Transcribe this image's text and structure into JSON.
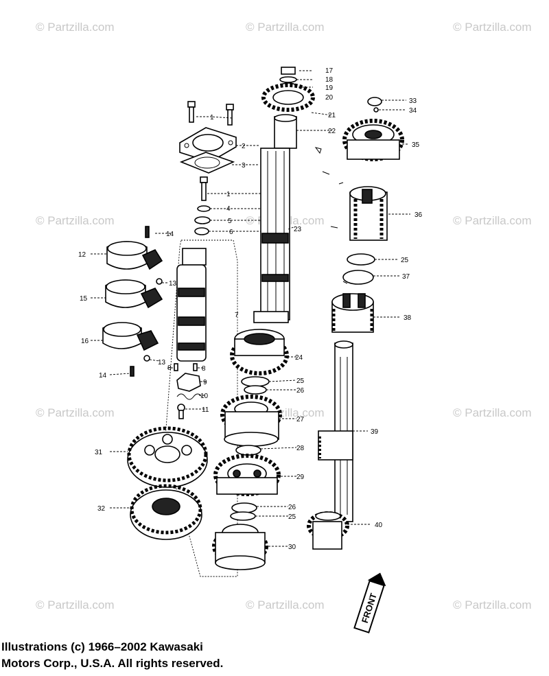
{
  "watermark": "© Partzilla.com",
  "caption": {
    "line1": "Illustrations (c) 1966–2002 Kawasaki",
    "line2": "Motors Corp., U.S.A.  All rights reserved."
  },
  "front_badge": "FRONT",
  "labels": {
    "p1a": "1",
    "p2": "2",
    "p3": "3",
    "p1b": "1",
    "p4": "4",
    "p5": "5",
    "p6": "6",
    "p7": "7",
    "p8a": "8",
    "p8b": "8",
    "p9": "9",
    "p10": "10",
    "p11": "11",
    "p12": "12",
    "p13a": "13",
    "p13b": "13",
    "p14a": "14",
    "p14b": "14",
    "p15": "15",
    "p16": "16",
    "p17": "17",
    "p18": "18",
    "p19": "19",
    "p20": "20",
    "p21": "21",
    "p22": "22",
    "p23": "23",
    "p24": "24",
    "p25a": "25",
    "p26a": "26",
    "p27": "27",
    "p28": "28",
    "p29": "29",
    "p26b": "26",
    "p25b": "25",
    "p30": "30",
    "p31": "31",
    "p32": "32",
    "p33": "33",
    "p34": "34",
    "p35": "35",
    "p36": "36",
    "p25c": "25",
    "p37": "37",
    "p38": "38",
    "p39": "39",
    "p40": "40"
  }
}
